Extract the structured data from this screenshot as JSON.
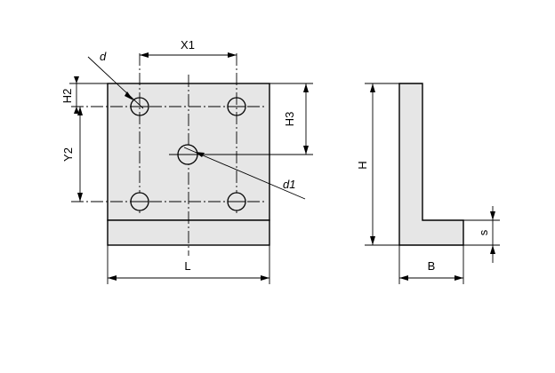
{
  "labels": {
    "x1": "X1",
    "d": "d",
    "h2": "H2",
    "y2": "Y2",
    "h3": "H3",
    "d1": "d1",
    "l": "L",
    "h": "H",
    "b": "B",
    "s": "s"
  }
}
